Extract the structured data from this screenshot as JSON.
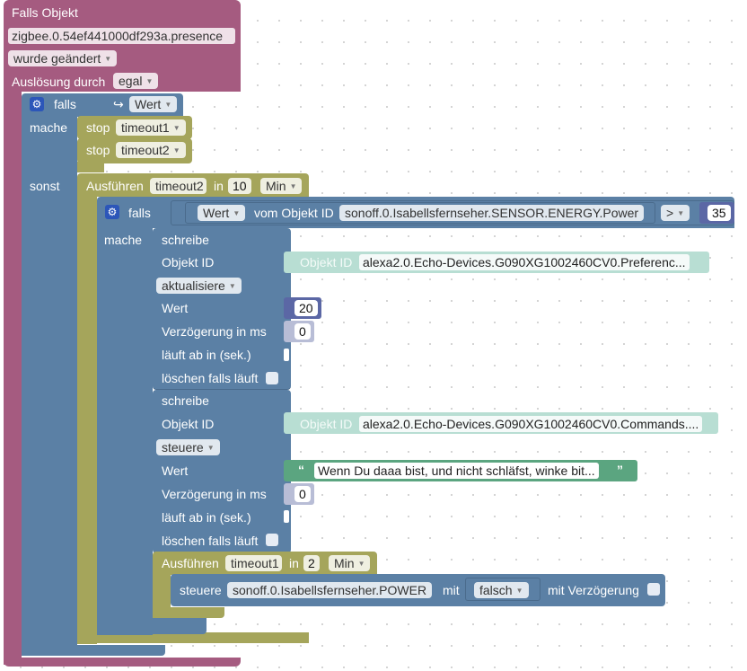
{
  "trigger": {
    "title": "Falls Objekt",
    "object_id": "zigbee.0.54ef441000df293a.presence",
    "changed": "wurde geändert",
    "trigger_label": "Auslösung durch",
    "trigger_value": "egal"
  },
  "if1": {
    "falls": "falls",
    "cond_value": "Wert",
    "mache": "mache",
    "sonst": "sonst"
  },
  "stops": [
    {
      "label": "stop",
      "timer": "timeout1"
    },
    {
      "label": "stop",
      "timer": "timeout2"
    }
  ],
  "timeout_outer": {
    "label": "Ausführen",
    "name": "timeout2",
    "in": "in",
    "value": "10",
    "unit": "Min"
  },
  "if2": {
    "falls": "falls",
    "wert": "Wert",
    "vom_label": "vom Objekt ID",
    "object_id": "sonoff.0.Isabellsfernseher.SENSOR.ENERGY.Power",
    "operator": ">",
    "compare_value": "35",
    "mache": "mache"
  },
  "write1": {
    "title": "schreibe",
    "objekt_label": "Objekt ID",
    "objekt_tag": "Objekt ID",
    "objekt_value": "alexa2.0.Echo-Devices.G090XG1002460CV0.Preferenc...",
    "mode": "aktualisiere",
    "wert_label": "Wert",
    "wert_value": "20",
    "delay_label": "Verzögerung in ms",
    "delay_value": "0",
    "expire_label": "läuft ab in (sek.)",
    "clear_label": "löschen falls läuft"
  },
  "write2": {
    "title": "schreibe",
    "objekt_label": "Objekt ID",
    "objekt_tag": "Objekt ID",
    "objekt_value": "alexa2.0.Echo-Devices.G090XG1002460CV0.Commands....",
    "mode": "steuere",
    "wert_label": "Wert",
    "wert_value": "Wenn Du daaa bist, und nicht schläfst, winke bit...",
    "delay_label": "Verzögerung in ms",
    "delay_value": "0",
    "expire_label": "läuft ab in (sek.)",
    "clear_label": "löschen falls läuft"
  },
  "timeout_inner": {
    "label": "Ausführen",
    "name": "timeout1",
    "in": "in",
    "value": "2",
    "unit": "Min"
  },
  "control": {
    "label": "steuere",
    "object_id": "sonoff.0.Isabellsfernseher.POWER",
    "mit": "mit",
    "value": "falsch",
    "delay_label": "mit Verzögerung"
  },
  "colors": {
    "trigger": "#a55b80",
    "control": "#5b80a5",
    "timer": "#a5a55b",
    "logic": "#5b80a5",
    "text_block": "#5ba580",
    "number": "#5b67a5"
  }
}
